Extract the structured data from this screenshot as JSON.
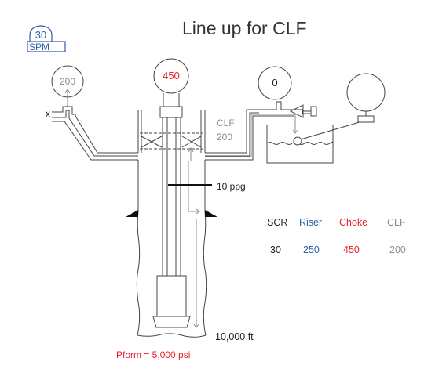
{
  "title": "Line up for CLF",
  "pump": {
    "rate": "30",
    "unit": "SPM"
  },
  "gauges": {
    "left": "200",
    "center": "450",
    "right": "0"
  },
  "clf_label": {
    "line1": "CLF",
    "line2": "200"
  },
  "valve_marker": "x",
  "mud_weight": "10 ppg",
  "depth": "10,000 ft",
  "formation_pressure": "Pform = 5,000 psi",
  "table": {
    "headers": [
      "SCR",
      "Riser",
      "Choke",
      "CLF"
    ],
    "values": [
      "30",
      "250",
      "450",
      "200"
    ]
  },
  "colors": {
    "blue": "#2f5fa8",
    "red": "#e8202a",
    "gray": "#8c8c8c",
    "text": "#222222"
  }
}
